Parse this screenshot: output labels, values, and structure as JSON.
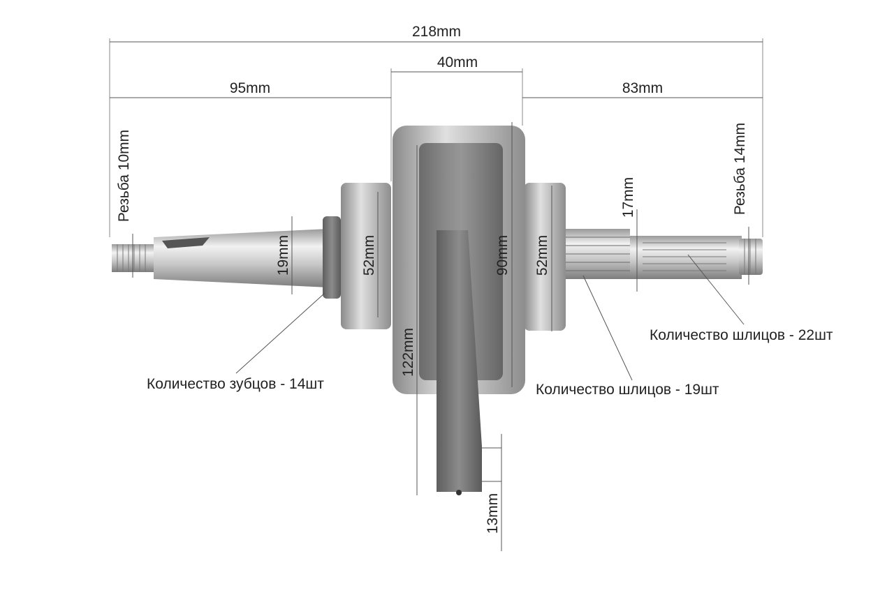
{
  "dimensions": {
    "total_length": "218mm",
    "left_length": "95mm",
    "center_width": "40mm",
    "right_length": "83mm",
    "left_thread": "Резьба 10mm",
    "right_thread": "Резьба 14mm",
    "left_shaft_diameter": "19mm",
    "left_bearing_diameter": "52mm",
    "conrod_length": "122mm",
    "flywheel_diameter": "90mm",
    "right_bearing_diameter": "52mm",
    "spline_diameter": "17mm",
    "pin_diameter": "13mm"
  },
  "callouts": {
    "gear_teeth": "Количество зубцов - 14шт",
    "splines_19": "Количество шлицов - 19шт",
    "splines_22": "Количество шлицов - 22шт"
  }
}
